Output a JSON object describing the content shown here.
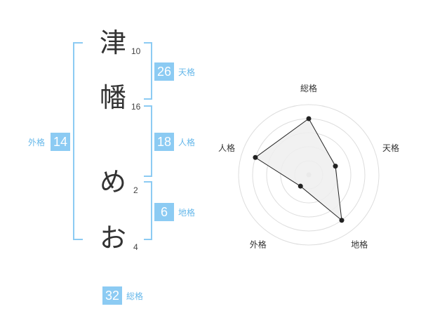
{
  "name_chars": [
    {
      "char": "津",
      "strokes": "10"
    },
    {
      "char": "幡",
      "strokes": "16"
    },
    {
      "char": "め",
      "strokes": "2"
    },
    {
      "char": "お",
      "strokes": "4"
    }
  ],
  "scores": {
    "tenkaku": {
      "label": "天格",
      "value": "26"
    },
    "jinkaku": {
      "label": "人格",
      "value": "18"
    },
    "chikaku": {
      "label": "地格",
      "value": "6"
    },
    "gaikaku": {
      "label": "外格",
      "value": "14"
    },
    "soukaku": {
      "label": "総格",
      "value": "32"
    }
  },
  "chart_data": {
    "type": "radar",
    "axes": [
      "総格",
      "天格",
      "地格",
      "外格",
      "人格"
    ],
    "values": [
      4,
      2,
      4,
      1,
      4
    ],
    "max": 5,
    "rings": 5,
    "colors": {
      "fill": "#eeeeee",
      "stroke": "#222222",
      "grid": "#dddddd"
    }
  }
}
